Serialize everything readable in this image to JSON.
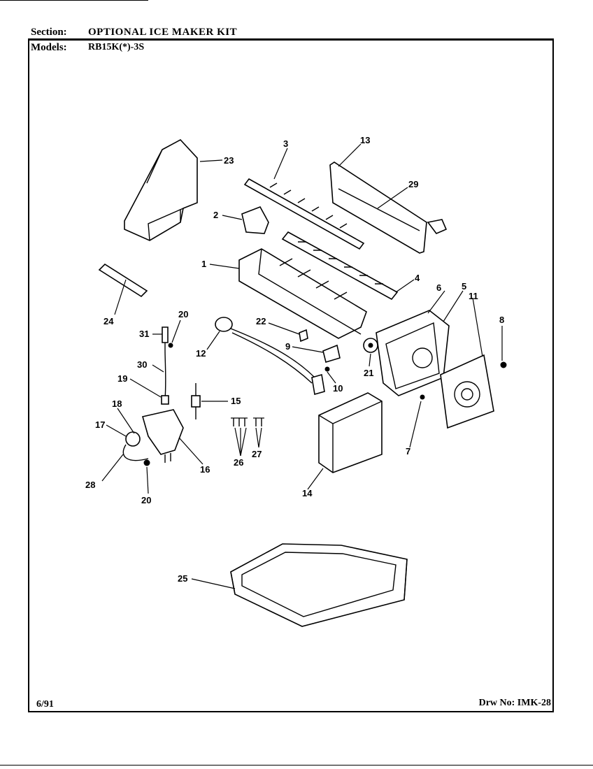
{
  "header": {
    "section_label": "Section:",
    "section_value": "OPTIONAL ICE MAKER KIT",
    "models_label": "Models:",
    "models_value": "RB15K(*)-3S"
  },
  "footer": {
    "date": "6/91",
    "drawing_number": "Drw No: IMK-28"
  },
  "callouts": {
    "c1": "1",
    "c2": "2",
    "c3": "3",
    "c4": "4",
    "c5": "5",
    "c6": "6",
    "c7": "7",
    "c8": "8",
    "c9": "9",
    "c10": "10",
    "c11": "11",
    "c12": "12",
    "c13": "13",
    "c14": "14",
    "c15": "15",
    "c16": "16",
    "c17": "17",
    "c18": "18",
    "c19": "19",
    "c20a": "20",
    "c20b": "20",
    "c21": "21",
    "c22": "22",
    "c23": "23",
    "c24": "24",
    "c25": "25",
    "c26": "26",
    "c27": "27",
    "c28": "28",
    "c29": "29",
    "c30": "30",
    "c31": "31"
  }
}
